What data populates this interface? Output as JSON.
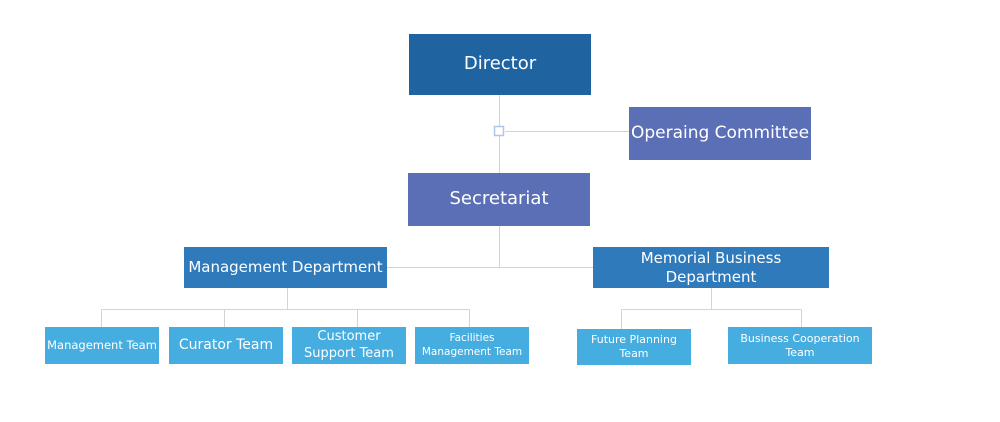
{
  "org_chart": {
    "director": "Director",
    "committee": "Operaing Committee",
    "secretariat": "Secretariat",
    "departments": [
      {
        "name": "Management Department",
        "teams": [
          "Management Team",
          "Curator Team",
          "Customer Support Team",
          "Facilities Management Team"
        ]
      },
      {
        "name": "Memorial Business Department",
        "teams": [
          "Future Planning Team",
          "Business Cooperation Team"
        ]
      }
    ]
  },
  "colors": {
    "director": "#1f64a0",
    "committee": "#5b6fb6",
    "secretariat": "#5b6fb6",
    "department": "#2f7abb",
    "team": "#45ade0",
    "connector": "#d0d3d8"
  }
}
